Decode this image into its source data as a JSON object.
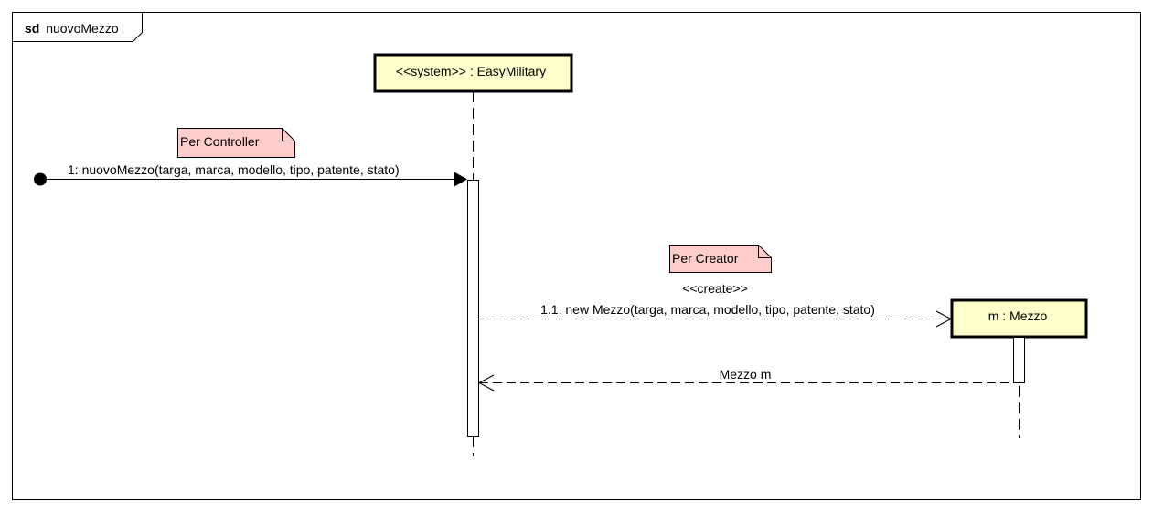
{
  "frame": {
    "keyword": "sd",
    "name": "nuovoMezzo"
  },
  "lifelines": {
    "system": {
      "label": "<<system>> : EasyMilitary"
    },
    "mezzo": {
      "label": "m : Mezzo"
    }
  },
  "notes": {
    "controller": "Per Controller",
    "creator": "Per Creator"
  },
  "messages": {
    "found": "1: nuovoMezzo(targa, marca, modello, tipo, patente, stato)",
    "create_stereotype": "<<create>>",
    "create": "1.1: new Mezzo(targa, marca, modello, tipo, patente, stato)",
    "return": "Mezzo m"
  },
  "colors": {
    "lifeline_fill": "#ffffcc",
    "note_fill": "#ffcccc",
    "stroke": "#000000"
  }
}
